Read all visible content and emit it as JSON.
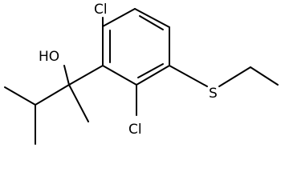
{
  "molecule": {
    "atoms": [
      {
        "id": "cl-top",
        "symbol": "Cl"
      },
      {
        "id": "cl-bottom",
        "symbol": "Cl"
      },
      {
        "id": "hydroxyl",
        "symbol": "HO"
      },
      {
        "id": "sulfur",
        "symbol": "S"
      }
    ]
  }
}
